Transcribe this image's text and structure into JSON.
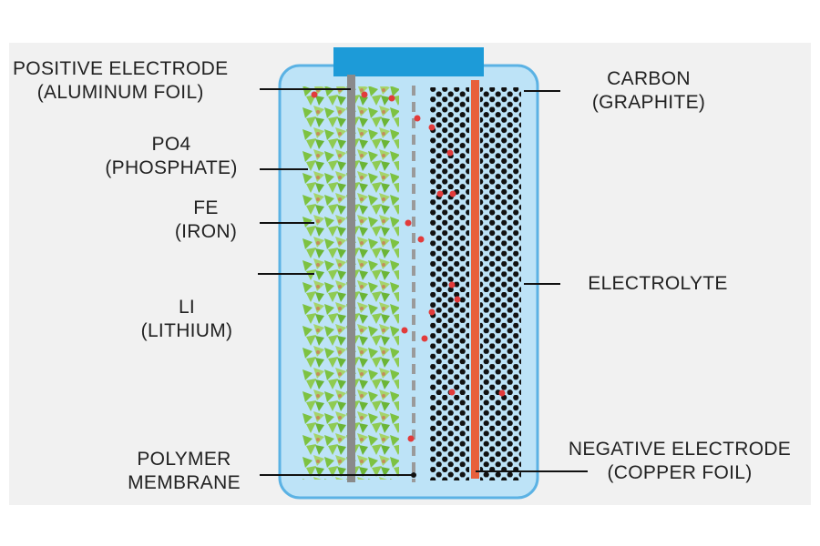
{
  "labels": {
    "positive_electrode": {
      "line1": "POSITIVE ELECTRODE",
      "line2": "(ALUMINUM FOIL)"
    },
    "phosphate": {
      "line1": "PO4",
      "line2": "(PHOSPHATE)"
    },
    "iron": {
      "line1": "FE",
      "line2": "(IRON)"
    },
    "lithium": {
      "line1": "LI",
      "line2": "(LITHIUM)"
    },
    "polymer_membrane": {
      "line1": "POLYMER",
      "line2": "MEMBRANE"
    },
    "carbon": {
      "line1": "CARBON",
      "line2": "(GRAPHITE)"
    },
    "electrolyte": {
      "line1": "ELECTROLYTE"
    },
    "negative_electrode": {
      "line1": "NEGATIVE ELECTRODE",
      "line2": "(COPPER FOIL)"
    }
  },
  "colors": {
    "panel_background": "#f1f1f1",
    "cell_fill": "#bde3f7",
    "cell_border": "#5bb2e4",
    "terminal": "#1d9bd8",
    "aluminum_foil": "#8a8a8a",
    "copper_foil": "#e8603c",
    "phosphate_green": "#7dc242",
    "iron_green": "#a6d46a",
    "lithium_ion": "#e23b3b",
    "graphite": "#111111",
    "membrane": "#9a9a9a",
    "leader_line": "#111111"
  }
}
